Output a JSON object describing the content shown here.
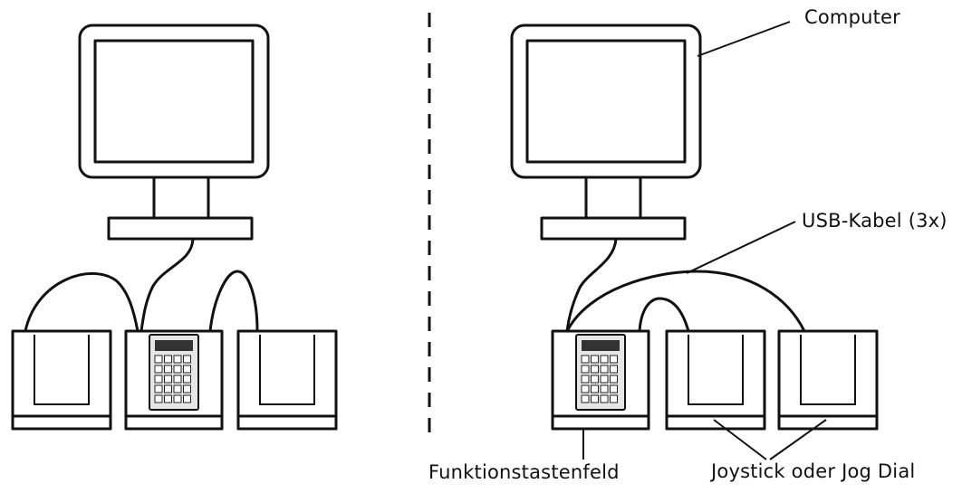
{
  "labels": {
    "computer": "Computer",
    "usb_cable": "USB-Kabel (3x)",
    "function_keypad": "Funktionstastenfeld",
    "joystick_jog": "Joystick oder Jog Dial"
  },
  "colors": {
    "line": "#111111",
    "background": "#ffffff",
    "keypad_face": "#e6e6e6",
    "keypad_screen": "#333333"
  }
}
